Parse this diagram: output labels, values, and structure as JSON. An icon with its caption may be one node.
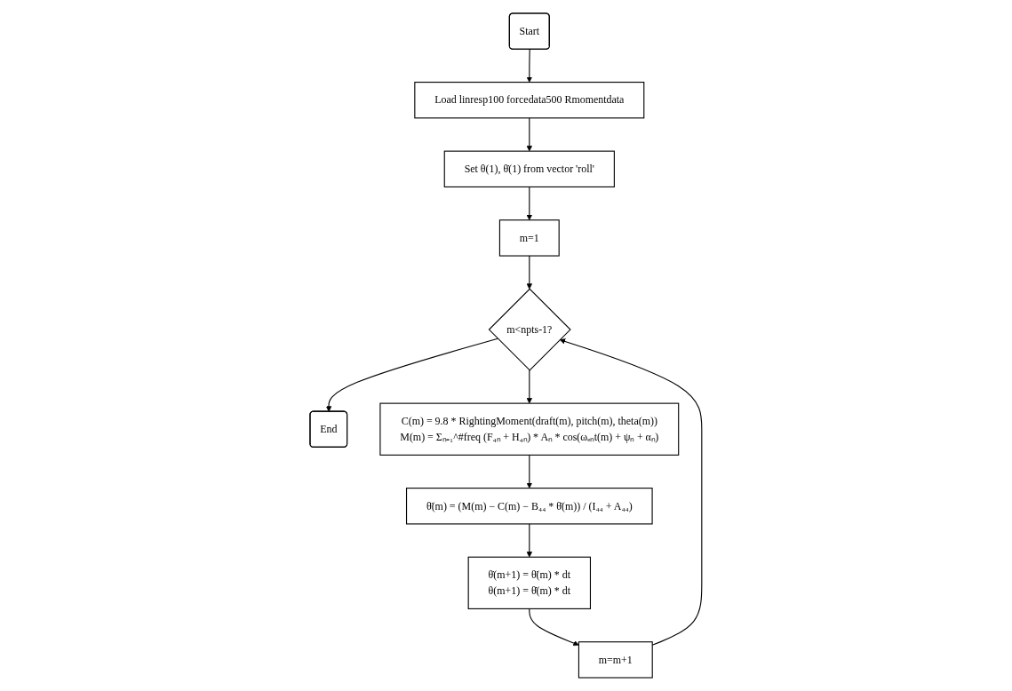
{
  "diagram": {
    "nodes": [
      {
        "text": [
          "Start"
        ]
      },
      {
        "text": [
          "Load linresp100 forcedata500 Rmomentdata"
        ]
      },
      {
        "text": [
          "Set θ(1), θ̇(1) from vector 'roll'"
        ]
      },
      {
        "text": [
          "m=1"
        ]
      },
      {
        "text": [
          "m<npts-1?"
        ]
      },
      {
        "text": [
          "End"
        ]
      },
      {
        "text": [
          "C(m) = 9.8 * RightingMoment(draft(m), pitch(m), theta(m))",
          "M(m) = Σₙ₌₁^#freq (F₄ₙ + H₄ₙ) * Aₙ * cos(ωₑₙt(m) + ψₙ + αₙ)"
        ]
      },
      {
        "text": [
          "θ̈(m) = (M(m) − C(m) − B₄₄ * θ̇(m)) / (I₄₄ + A₄₄)"
        ]
      },
      {
        "text": [
          "θ̇(m+1) = θ̈(m) * dt",
          "θ(m+1) = θ̇(m) * dt"
        ]
      },
      {
        "text": [
          "m=m+1"
        ]
      }
    ],
    "edges": [
      {
        "from": 0,
        "to": 1,
        "arrow": "to"
      },
      {
        "from": 1,
        "to": 2,
        "arrow": "to"
      },
      {
        "from": 2,
        "to": 3,
        "arrow": "to"
      },
      {
        "from": 3,
        "to": 4,
        "arrow": "to"
      },
      {
        "from": 4,
        "to": 5,
        "arrow": "to"
      },
      {
        "from": 4,
        "to": 6,
        "arrow": "to"
      },
      {
        "from": 6,
        "to": 7,
        "arrow": "to"
      },
      {
        "from": 7,
        "to": 8,
        "arrow": "to"
      },
      {
        "from": 8,
        "to": 9,
        "arrow": "to"
      },
      {
        "from": 9,
        "to": 4,
        "arrow": "to"
      }
    ]
  }
}
